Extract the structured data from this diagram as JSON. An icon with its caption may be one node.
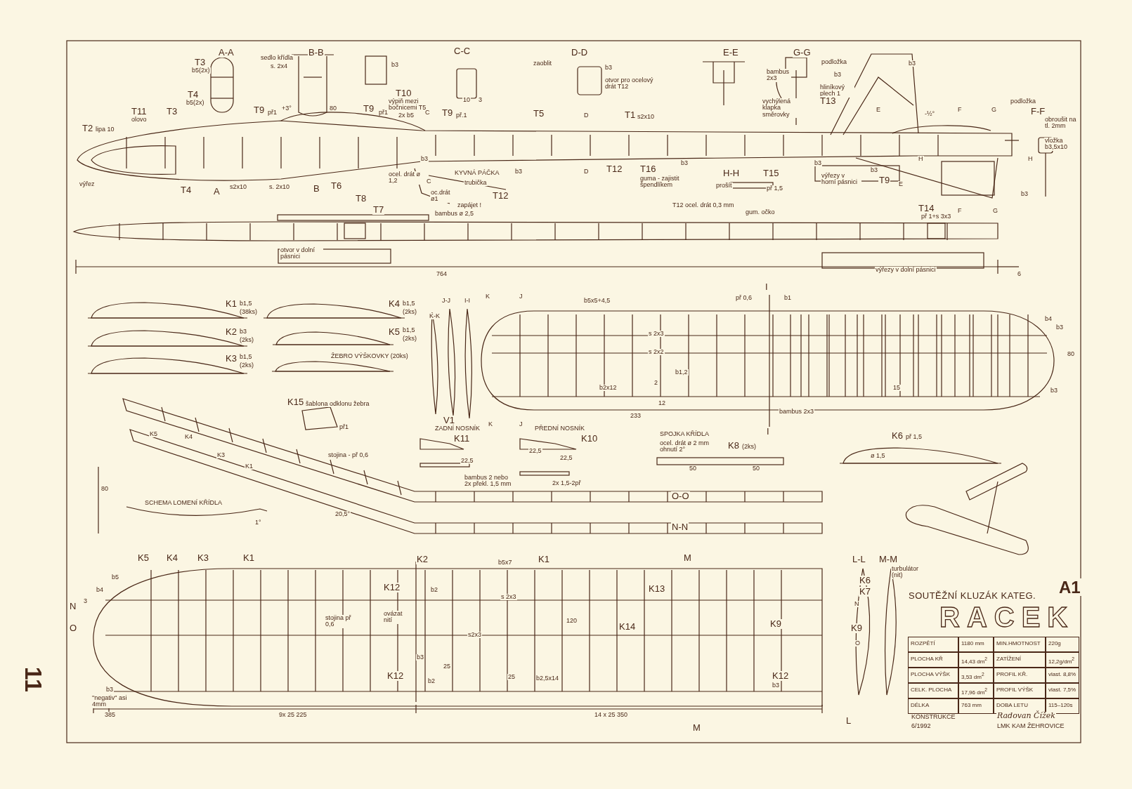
{
  "diagram": {
    "labels": [
      "A-A",
      "T3",
      "b5(2x)",
      "T4",
      "b5(2x)",
      "sedlo křídla",
      "s. 2x4",
      "B-B",
      "b3",
      "T10",
      "výpiň mezi bočnicemi T5",
      "T11",
      "olovo",
      "T3",
      "T9",
      "př1",
      "+3°",
      "80",
      "T9",
      "př1",
      "2x b5",
      "C",
      "T9",
      "př.1",
      "T2",
      "lipa 10",
      "výřez",
      "T4",
      "A",
      "s2x10",
      "s. 2x10",
      "B",
      "T6",
      "T8",
      "T7",
      "ocel. drát ø 1,2",
      "b3",
      "C",
      "C-C",
      "10",
      "3",
      "D-D",
      "zaoblit",
      "b3",
      "otvor pro ocelový drát T12",
      "E-E",
      "G-G",
      "podložka",
      "bambus 2x3",
      "b3",
      "b3",
      "hliníkový plech 1",
      "T13",
      "vychýlená klapka směrovky",
      "T5",
      "D",
      "T1",
      "s2x10",
      "E",
      "-½°",
      "F",
      "G",
      "podložka",
      "F-F",
      "obroušit na tl. 2mm",
      "vložka b3,5x10",
      "b3",
      "D",
      "T12",
      "T16",
      "b3",
      "b3",
      "b3",
      "H",
      "H",
      "KYVNÁ PÁČKA",
      "trubička",
      "T12",
      "zapájet !",
      "oc.drát ø1",
      "bambus ø 2,5",
      "guma - zajistit špendlíkem",
      "H-H",
      "T15",
      "prošít",
      "př 1,5",
      "T12 ocel. drát 0,3 mm",
      "gum. očko",
      "výřezy v horní pásnici",
      "T9",
      "E",
      "b3",
      "F",
      "G",
      "T14",
      "př 1+s 3x3",
      "otvor v dolní pásnici",
      "764",
      "výřezy v dolní pásnici",
      "6",
      "K1",
      "b1,5",
      "(38ks)",
      "K2",
      "b3",
      "(2ks)",
      "K3",
      "b1,5",
      "(2ks)",
      "K4",
      "b1,5",
      "(2ks)",
      "K5",
      "b1,5",
      "(2ks)",
      "ŽEBRO VÝŠKOVKY (20ks)",
      "J-J",
      "I-I",
      "K-K",
      "K",
      "J",
      "V1",
      "K",
      "J",
      "K15",
      "šablona odklonu žebra",
      "př1",
      "K5",
      "K4",
      "K3",
      "K1",
      "stojina - př 0,6",
      "ZADNÍ NOSNÍK",
      "K11",
      "22,5",
      "bambus 2 nebo 2x překl. 1,5 mm",
      "PŘEDNÍ NOSNÍK",
      "K10",
      "22,5",
      "22,5",
      "2x 1,5-2př",
      "SCHEMA LOMENÍ KŘÍDLA",
      "80",
      "20,5°",
      "1°",
      "b5x5+4,5",
      "př 0,6",
      "b1",
      "I",
      "s 2x3",
      "s 2x2",
      "b1,2",
      "b2x12",
      "2",
      "12",
      "15",
      "233",
      "bambus 2x3",
      "I",
      "b4",
      "b3",
      "80",
      "b3",
      "SPOJKA KŘÍDLA",
      "ocel. drát ø 2 mm ohnutí 2°",
      "K8",
      "(2ks)",
      "50",
      "50",
      "K6",
      "př 1,5",
      "ø 1,5",
      "O-O",
      "N-N",
      "K5",
      "K4",
      "K3",
      "K1",
      "K2",
      "b5x7",
      "K1",
      "M",
      "L-L",
      "M-M",
      "turbulátor (nit)",
      "b5",
      "b4",
      "N",
      "3",
      "K12",
      "b2",
      "s 2x3",
      "K13",
      "K6",
      "K7",
      "N",
      "O",
      "stojina př 0,6",
      "ovázat nití",
      "s2x3",
      "120",
      "K14",
      "K9",
      "K9",
      "O",
      "b3",
      "25",
      "K12",
      "b2",
      "b3",
      "\"negativ\" asi 4mm",
      "25",
      "b2,5x14",
      "K12",
      "b3",
      "385",
      "9x 25 225",
      "14 x 25 350",
      "M",
      "L",
      "SOUTĚŽNÍ KLUZÁK KATEG.",
      "A1",
      "RACEK",
      "ROZPĚTÍ",
      "1180 mm",
      "MIN.HMOTNOST",
      "220g",
      "PLOCHA KŘ",
      "14,43 dm$^{2}$",
      "ZATÍŽENÍ",
      "12,2g/dm$^{2}$",
      "PLOCHA VÝŠK",
      "3,53 dm$^{2}$",
      "PROFIL KŘ.",
      "vlast. 8,8%",
      "CELK. PLOCHA",
      "17,96 dm$^{2}$",
      "PROFIL VÝŠK",
      "vlast. 7,5%",
      "DÉLKA",
      "763 mm",
      "DOBA LETU",
      "115–120s",
      "KONSTRUKCE",
      "Radovan Čížek",
      "6/1992",
      "LMK KAM ŽEHROVICE",
      "11"
    ]
  }
}
